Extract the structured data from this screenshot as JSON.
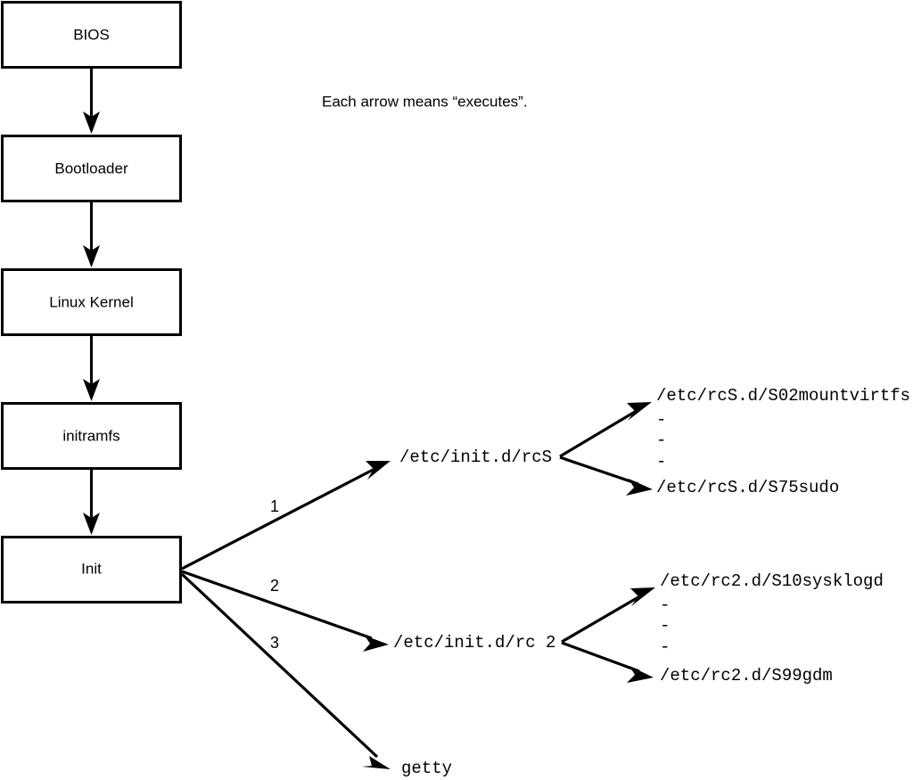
{
  "diagram": {
    "caption": "Each arrow means “executes”.",
    "boot_chain": [
      {
        "label": "BIOS"
      },
      {
        "label": "Bootloader"
      },
      {
        "label": "Linux Kernel"
      },
      {
        "label": "initramfs"
      },
      {
        "label": "Init"
      }
    ],
    "init_branches": [
      {
        "number": "1",
        "target": "/etc/init.d/rcS"
      },
      {
        "number": "2",
        "target": "/etc/init.d/rc 2"
      },
      {
        "number": "3",
        "target": "getty"
      }
    ],
    "rcs_scripts": {
      "first": "/etc/rcS.d/S02mountvirtfs",
      "ellipsis": [
        "-",
        "-",
        "-"
      ],
      "last": "/etc/rcS.d/S75sudo"
    },
    "rc2_scripts": {
      "first": "/etc/rc2.d/S10sysklogd",
      "ellipsis": [
        "-",
        "-",
        "-"
      ],
      "last": "/etc/rc2.d/S99gdm"
    },
    "colors": {
      "stroke": "#000000",
      "fill": "#ffffff",
      "text": "#000000"
    }
  }
}
